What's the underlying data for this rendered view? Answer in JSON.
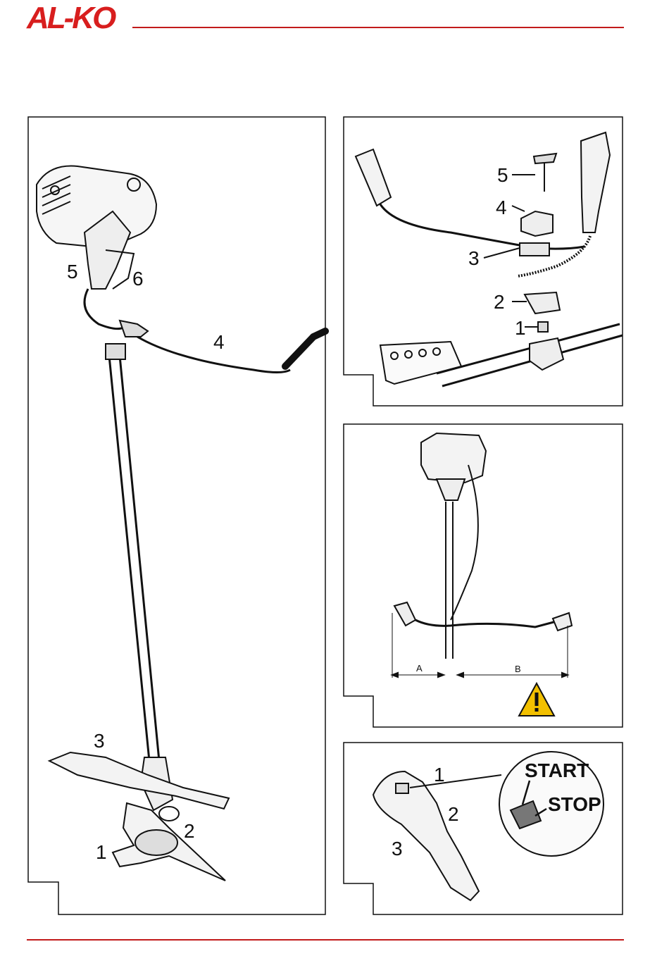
{
  "header": {
    "logo_text": "AL-KO"
  },
  "colors": {
    "brand_red": "#c21b1b",
    "line": "#111111"
  },
  "fig1": {
    "labels": [
      "5",
      "6",
      "4",
      "3",
      "2",
      "1"
    ]
  },
  "fig2": {
    "labels": [
      "5",
      "4",
      "3",
      "2",
      "1"
    ]
  },
  "fig3": {
    "dim_a": "A",
    "dim_b": "B",
    "icon": "warning-triangle-icon"
  },
  "fig4": {
    "labels": [
      "1",
      "2",
      "3"
    ],
    "start": "START",
    "stop": "STOP"
  }
}
